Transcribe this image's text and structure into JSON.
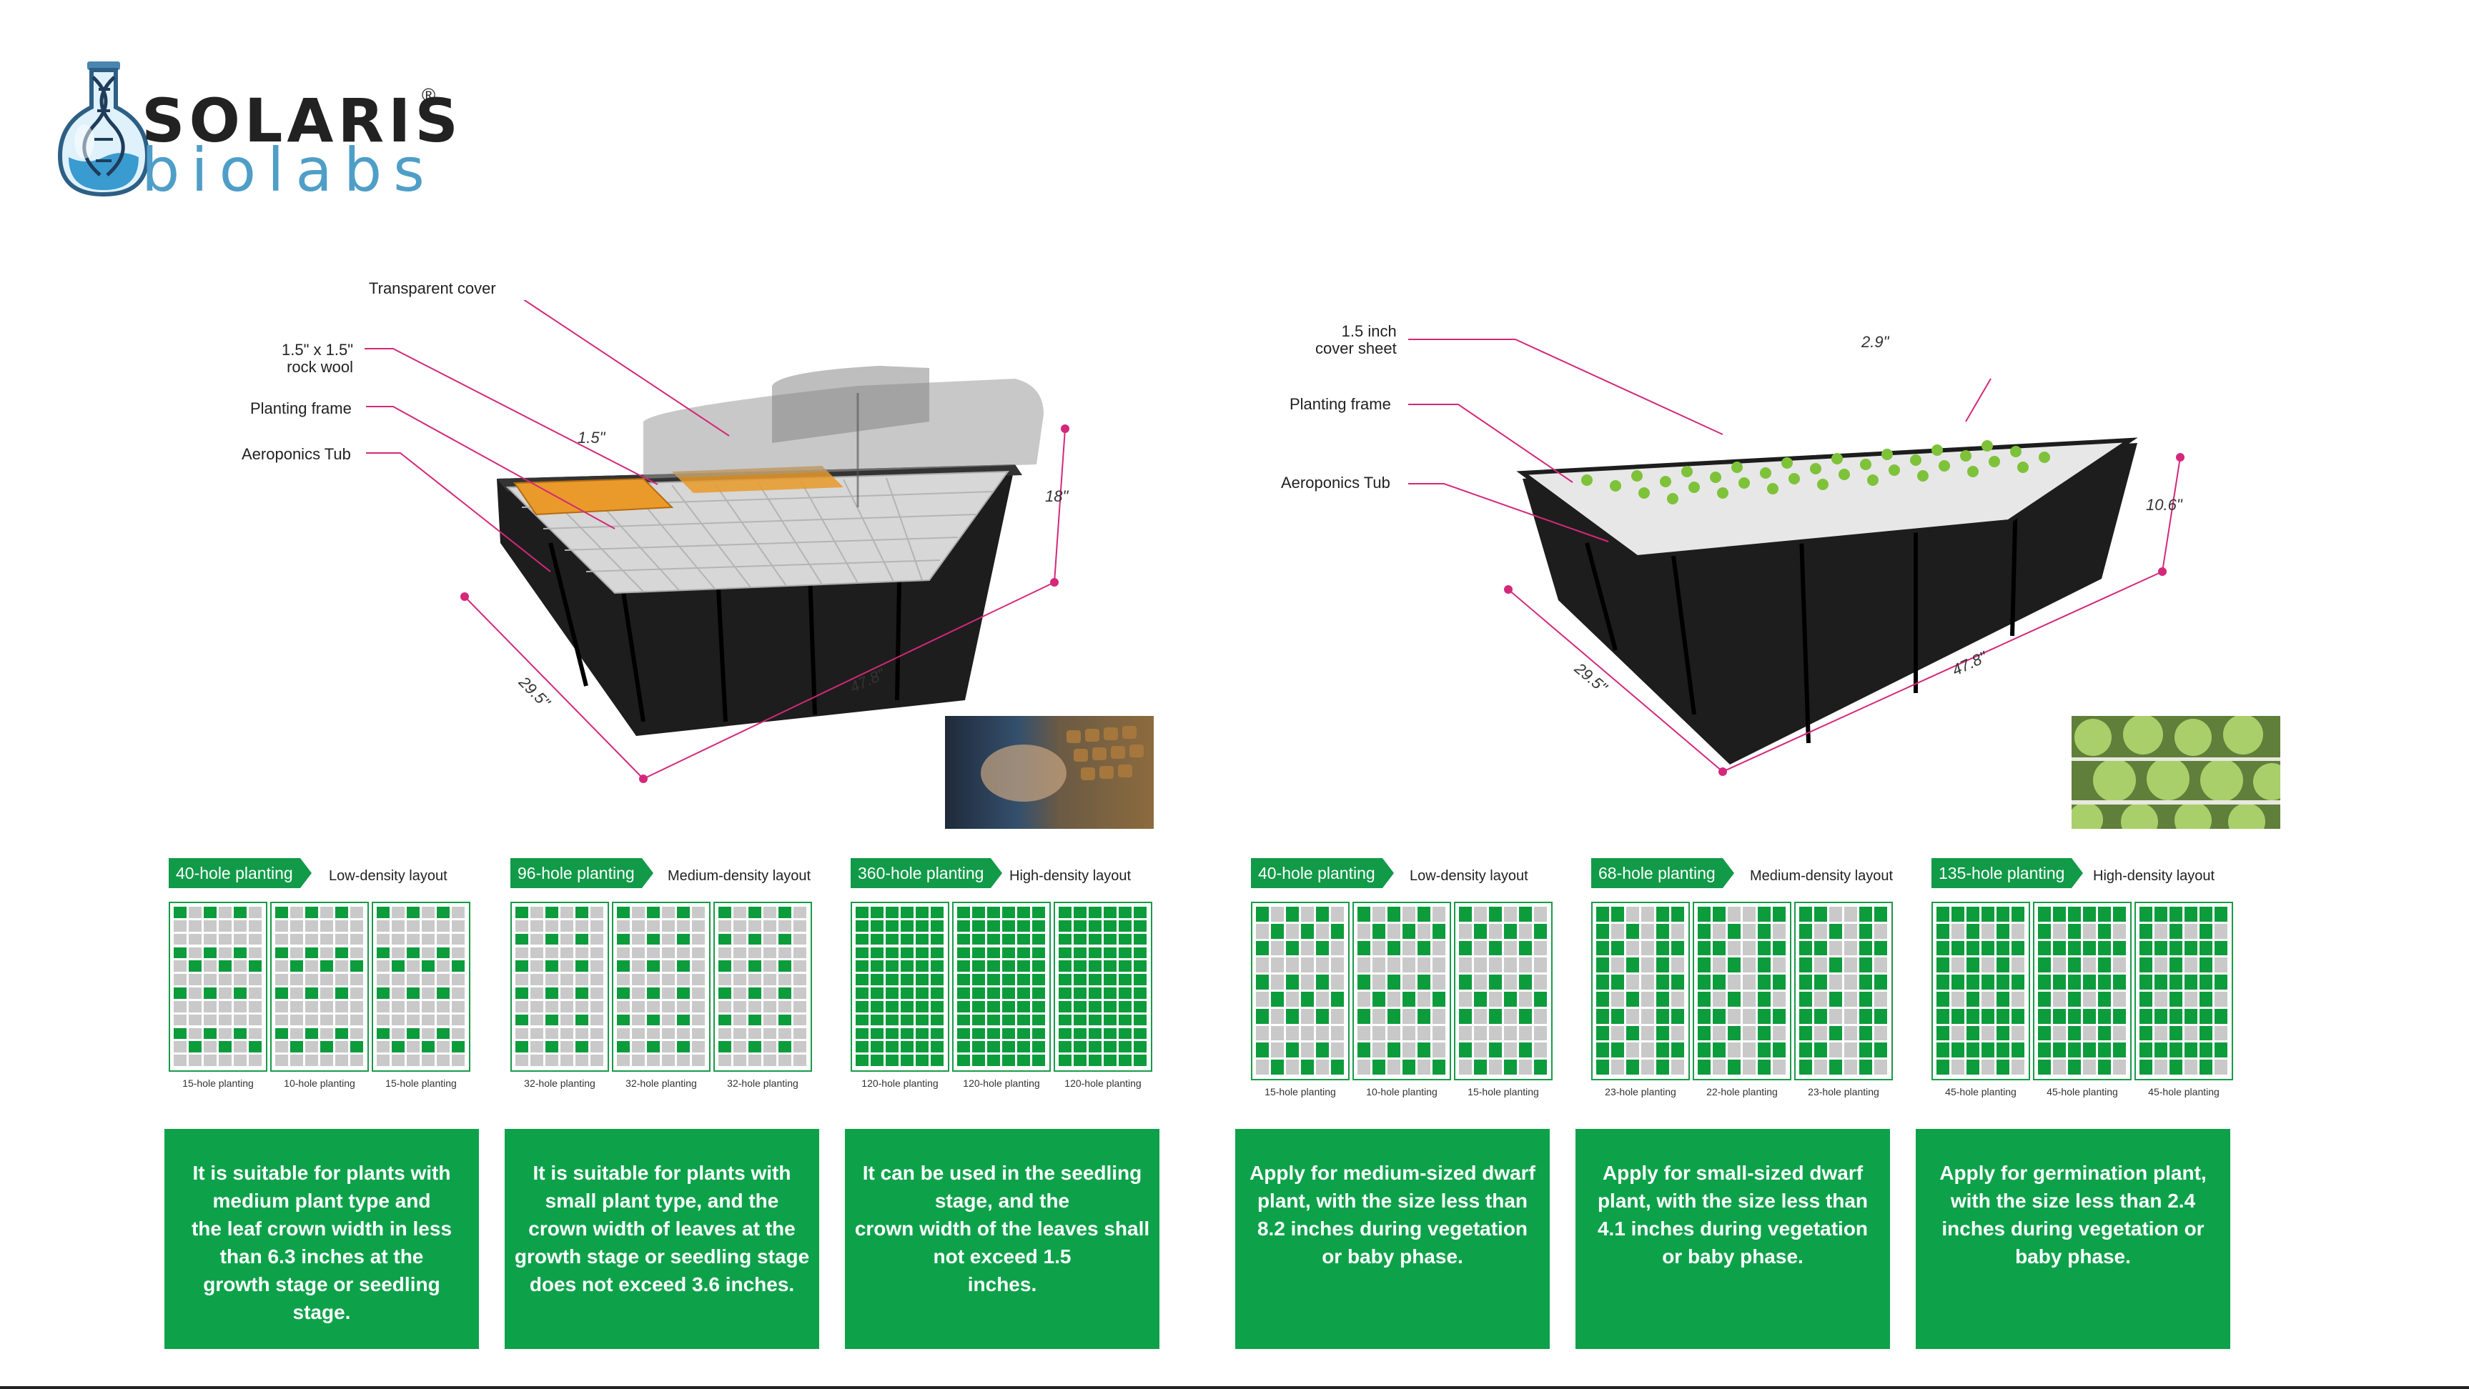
{
  "brand": {
    "name": "SOLARIS",
    "registered": "®",
    "sub": "biolabs",
    "colors": {
      "dark": "#222222",
      "blue": "#4f9ec8"
    }
  },
  "left_product": {
    "callouts": [
      "Transparent cover",
      "1.5\" x 1.5\"\nrock wool",
      "Planting frame",
      "Aeroponics Tub"
    ],
    "dims": {
      "height": "18\"",
      "depth": "29.5\"",
      "width": "47.8\"",
      "cell": "1.5\""
    }
  },
  "right_product": {
    "callouts": [
      "1.5 inch\ncover sheet",
      "Planting frame",
      "Aeroponics Tub"
    ],
    "dims": {
      "height": "10.6\"",
      "depth": "29.5\"",
      "width": "47.8\"",
      "cell": "2.9\""
    }
  },
  "layouts": [
    {
      "tag": "40-hole planting",
      "density": "Low-density layout",
      "captions": [
        "15-hole planting",
        "10-hole planting",
        "15-hole planting"
      ],
      "description": "It is suitable for plants with\nmedium plant type and\nthe leaf crown width in less\nthan 6.3 inches at the\ngrowth stage or seedling stage."
    },
    {
      "tag": "96-hole planting",
      "density": "Medium-density layout",
      "captions": [
        "32-hole planting",
        "32-hole planting",
        "32-hole planting"
      ],
      "description": "It is suitable for plants with\nsmall plant type, and the\ncrown width of leaves at the\ngrowth stage or seedling stage\ndoes not exceed 3.6 inches."
    },
    {
      "tag": "360-hole planting",
      "density": "High-density layout",
      "captions": [
        "120-hole planting",
        "120-hole planting",
        "120-hole planting"
      ],
      "description": "It can be used in the seedling\nstage, and the\ncrown width of the leaves shall\nnot exceed 1.5\ninches."
    },
    {
      "tag": "40-hole planting",
      "density": "Low-density layout",
      "captions": [
        "15-hole planting",
        "10-hole planting",
        "15-hole planting"
      ],
      "description": "Apply for medium-sized dwarf\nplant, with the size less than\n8.2 inches during vegetation\nor baby phase."
    },
    {
      "tag": "68-hole planting",
      "density": "Medium-density layout",
      "captions": [
        "23-hole planting",
        "22-hole planting",
        "23-hole planting"
      ],
      "description": "Apply for small-sized dwarf\nplant, with the size less than\n4.1 inches during vegetation\nor baby phase."
    },
    {
      "tag": "135-hole planting",
      "density": "High-density layout",
      "captions": [
        "45-hole planting",
        "45-hole planting",
        "45-hole planting"
      ],
      "description": "Apply for germination plant,\nwith the size less than 2.4\ninches during vegetation or\nbaby phase."
    }
  ],
  "colors": {
    "green": "#0da24a",
    "cell_green": "#0c9c3c",
    "cell_gray": "#c9c9c9",
    "accent_line": "#d4287a"
  }
}
